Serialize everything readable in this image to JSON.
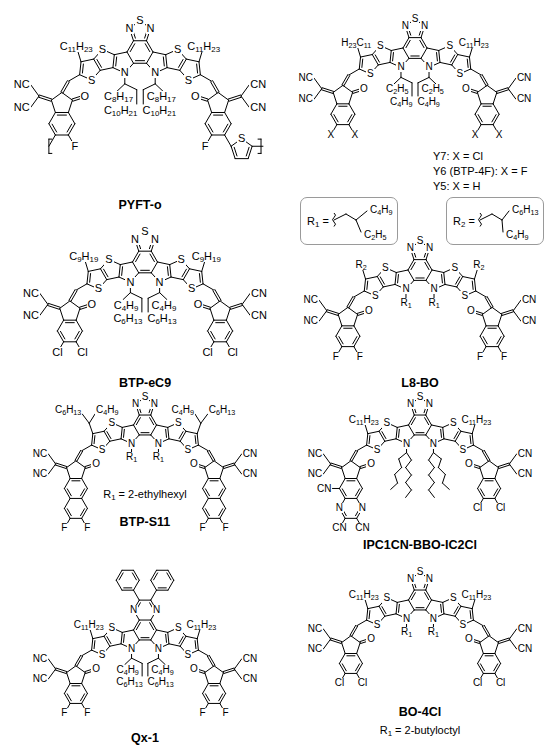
{
  "diagram": {
    "nodes": [
      {
        "text": [
          "R1 =",
          "C2H5",
          "C4H9"
        ]
      },
      {
        "text": [
          "R2 =",
          "C4H9",
          "C6H13"
        ]
      }
    ],
    "labels": [
      "PYFT-o",
      "N",
      "S",
      "N",
      "S",
      "S",
      "S",
      "S",
      "N",
      "N",
      "C11H23",
      "C11H23",
      "C8H17",
      "C10H21",
      "C8H17",
      "C10H21",
      "O",
      "O",
      "NC",
      "NC",
      "CN",
      "CN",
      "F",
      "F",
      "S",
      "N",
      "S",
      "N",
      "S",
      "S",
      "S",
      "S",
      "N",
      "N",
      "H23C11",
      "C11H23",
      "C2H5",
      "C4H9",
      "C2H5",
      "C4H9",
      "O",
      "O",
      "NC",
      "NC",
      "CN",
      "CN",
      "X",
      "X",
      "X",
      "X",
      "Y7: X = Cl",
      "Y6 (BTP-4F): X = F",
      "Y5: X = H",
      "BTP-eC9",
      "N",
      "S",
      "N",
      "S",
      "S",
      "S",
      "S",
      "N",
      "N",
      "C9H19",
      "C9H19",
      "C4H9",
      "C6H13",
      "C4H9",
      "C6H13",
      "O",
      "O",
      "NC",
      "NC",
      "CN",
      "CN",
      "Cl",
      "Cl",
      "Cl",
      "Cl",
      "L8-BO",
      "N",
      "S",
      "N",
      "S",
      "S",
      "S",
      "S",
      "N",
      "N",
      "R2",
      "R2",
      "R1",
      "R1",
      "O",
      "O",
      "NC",
      "NC",
      "CN",
      "CN",
      "F",
      "F",
      "F",
      "F",
      "BTP-S11",
      "N",
      "S",
      "N",
      "S",
      "S",
      "S",
      "S",
      "N",
      "N",
      "C6H13",
      "C4H9",
      "C4H9",
      "C6H13",
      "R1",
      "R1",
      "O",
      "O",
      "NC",
      "NC",
      "CN",
      "CN",
      "F",
      "F",
      "F",
      "F",
      "R1 = 2-ethylhexyl",
      "IPC1CN-BBO-IC2Cl",
      "N",
      "S",
      "N",
      "S",
      "S",
      "S",
      "S",
      "N",
      "N",
      "C11H23",
      "C11H23",
      "O",
      "O",
      "NC",
      "NC",
      "CN",
      "N",
      "N",
      "CN",
      "CN",
      "CN",
      "CN",
      "Cl",
      "Cl",
      "Qx-1",
      "N",
      "N",
      "S",
      "S",
      "S",
      "S",
      "N",
      "N",
      "C11H23",
      "C11H23",
      "C4H9",
      "C6H13",
      "C4H9",
      "C6H13",
      "O",
      "O",
      "NC",
      "NC",
      "CN",
      "CN",
      "F",
      "F",
      "F",
      "F",
      "BO-4Cl",
      "N",
      "S",
      "N",
      "S",
      "S",
      "S",
      "S",
      "N",
      "N",
      "C11H23",
      "C11H23",
      "R1",
      "R1",
      "O",
      "O",
      "NC",
      "NC",
      "CN",
      "CN",
      "Cl",
      "Cl",
      "Cl",
      "Cl",
      "R1 = 2-butyloctyl"
    ]
  }
}
